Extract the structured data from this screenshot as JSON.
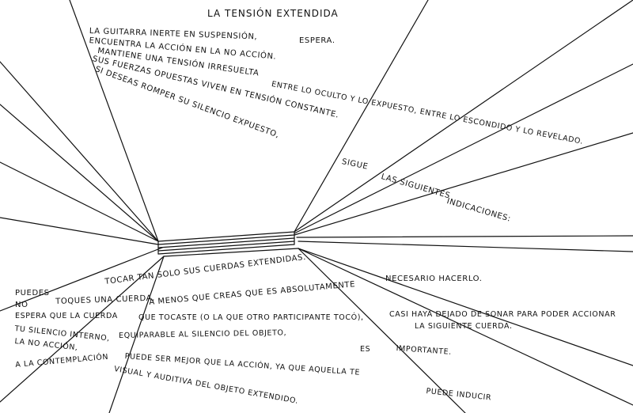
{
  "score": {
    "title": "La tensión extendida",
    "upper_text": {
      "line1": "La guitarra inerte en suspensión,",
      "line1b": "espera.",
      "line2": "Encuentra la acción en la no acción.",
      "line3": "Mantiene una tensión irresuelta",
      "line4": "Sus fuerzas opuestas viven en tensión constante.",
      "line5": "entre lo oculto y lo expuesto, entre lo escondido y lo revelado.",
      "line6": "Si deseas romper su silencio expuesto,",
      "line7a": "sigue",
      "line7b": "las siguientes",
      "line7c": "indicaciones:"
    },
    "lower_text": {
      "l1a": "Puedes",
      "l1b": "tocar tan solo sus cuerdas extendidas.",
      "l2a": "No",
      "l2b": "toques una cuerda,",
      "l2c": "a menos que creas que es absolutamente",
      "l2d": "necesario hacerlo.",
      "l3a": "Espera que la cuerda",
      "l3b": "que tocaste (o la que otro participante tocó),",
      "l3c": "casi haya dejado de sonar para poder accionar",
      "l3d": "la siguiente cuerda.",
      "l4a": "Tu silencio interno,",
      "l4b": "equiparable al silencio del objeto,",
      "l4c": "es",
      "l4d": "importante.",
      "l5a": "La no acción,",
      "l5b": "puede ser mejor que la acción, ya que aquella te",
      "l5c": "puede inducir",
      "l6a": "a la contemplación",
      "l6b": "visual y auditiva del objeto extendido."
    }
  }
}
